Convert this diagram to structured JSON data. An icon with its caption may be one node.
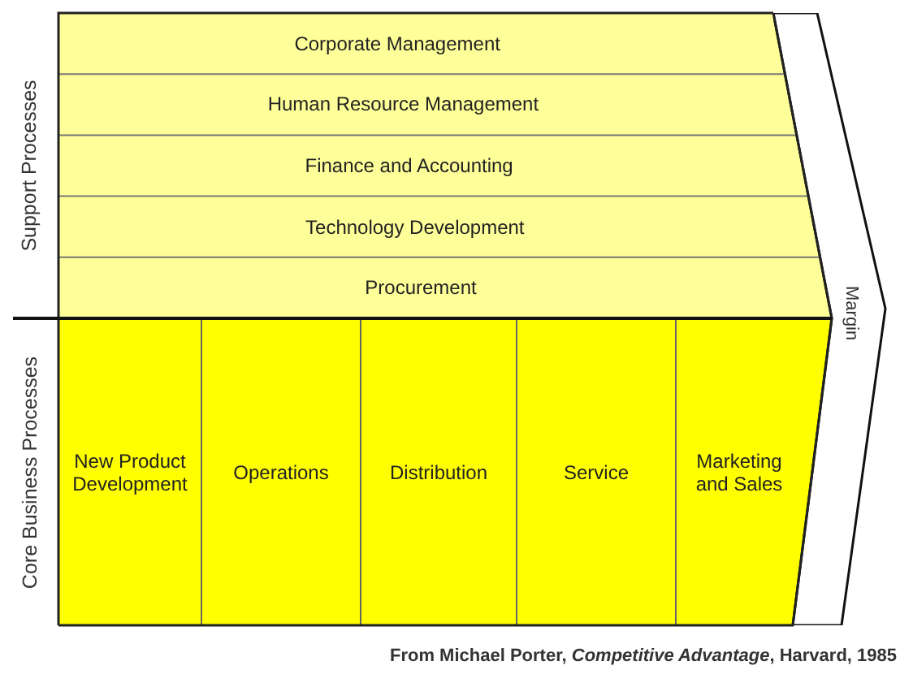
{
  "diagram": {
    "caption": "From Michael Porter, *Competitive Advantage*, Harvard, 1985",
    "nodes": [
      {
        "text": [
          "Corporate Management"
        ]
      },
      {
        "text": [
          "Human Resource Management"
        ]
      },
      {
        "text": [
          "Finance and Accounting"
        ]
      },
      {
        "text": [
          "Technology Development"
        ]
      },
      {
        "text": [
          "Procurement"
        ]
      },
      {
        "text": [
          "New Product Development"
        ]
      },
      {
        "text": [
          "Operations"
        ]
      },
      {
        "text": [
          "Distribution"
        ]
      },
      {
        "text": [
          "Service"
        ]
      },
      {
        "text": [
          "Marketing and Sales"
        ]
      },
      {
        "text": [
          "Margin"
        ]
      }
    ],
    "labels": [
      "Support Processes",
      "Core Business Processes"
    ]
  }
}
